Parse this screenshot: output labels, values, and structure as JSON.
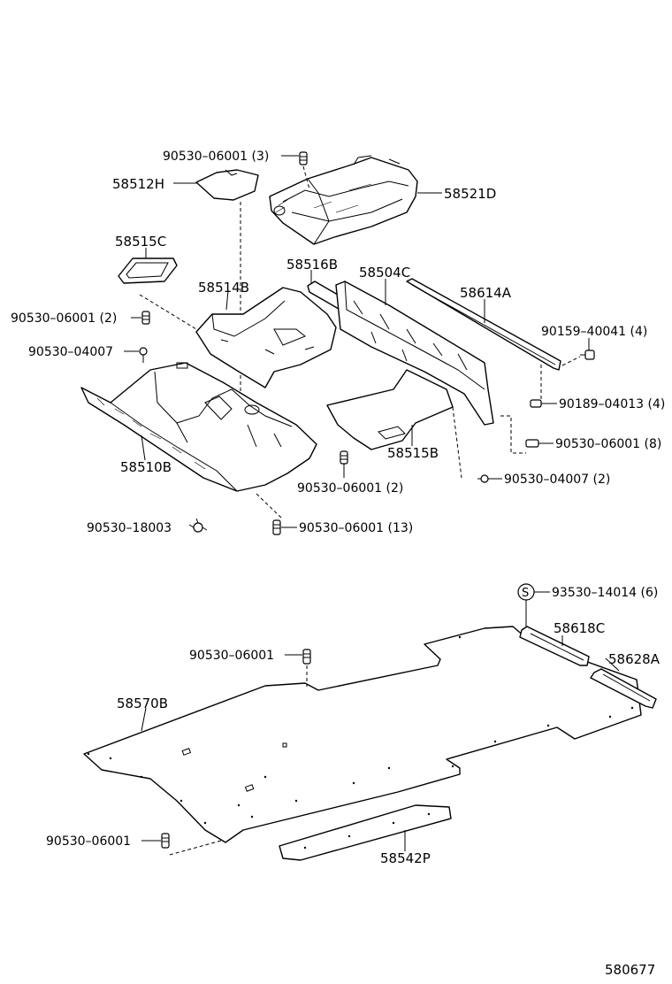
{
  "labels": {
    "p_90530_06001_3": "90530–06001 (3)",
    "p_58512H": "58512H",
    "p_58521D": "58521D",
    "p_58515C": "58515C",
    "p_58516B": "58516B",
    "p_58504C": "58504C",
    "p_58514B": "58514B",
    "p_58614A": "58614A",
    "p_90530_06001_2a": "90530–06001 (2)",
    "p_90159_40041_4": "90159–40041 (4)",
    "p_90530_04007": "90530–04007",
    "p_90189_04013_4": "90189–04013 (4)",
    "p_90530_06001_8": "90530–06001 (8)",
    "p_58510B": "58510B",
    "p_58515B": "58515B",
    "p_90530_04007_2": "90530–04007 (2)",
    "p_90530_06001_2b": "90530–06001 (2)",
    "p_90530_18003": "90530–18003",
    "p_90530_06001_13": "90530–06001 (13)",
    "s_marker": "S",
    "p_93530_14014_6": "93530–14014 (6)",
    "p_58618C": "58618C",
    "p_90530_06001_a": "90530–06001",
    "p_58628A": "58628A",
    "p_58570B": "58570B",
    "p_90530_06001_b": "90530–06001",
    "p_58542P": "58542P",
    "drawing_number": "580677"
  }
}
